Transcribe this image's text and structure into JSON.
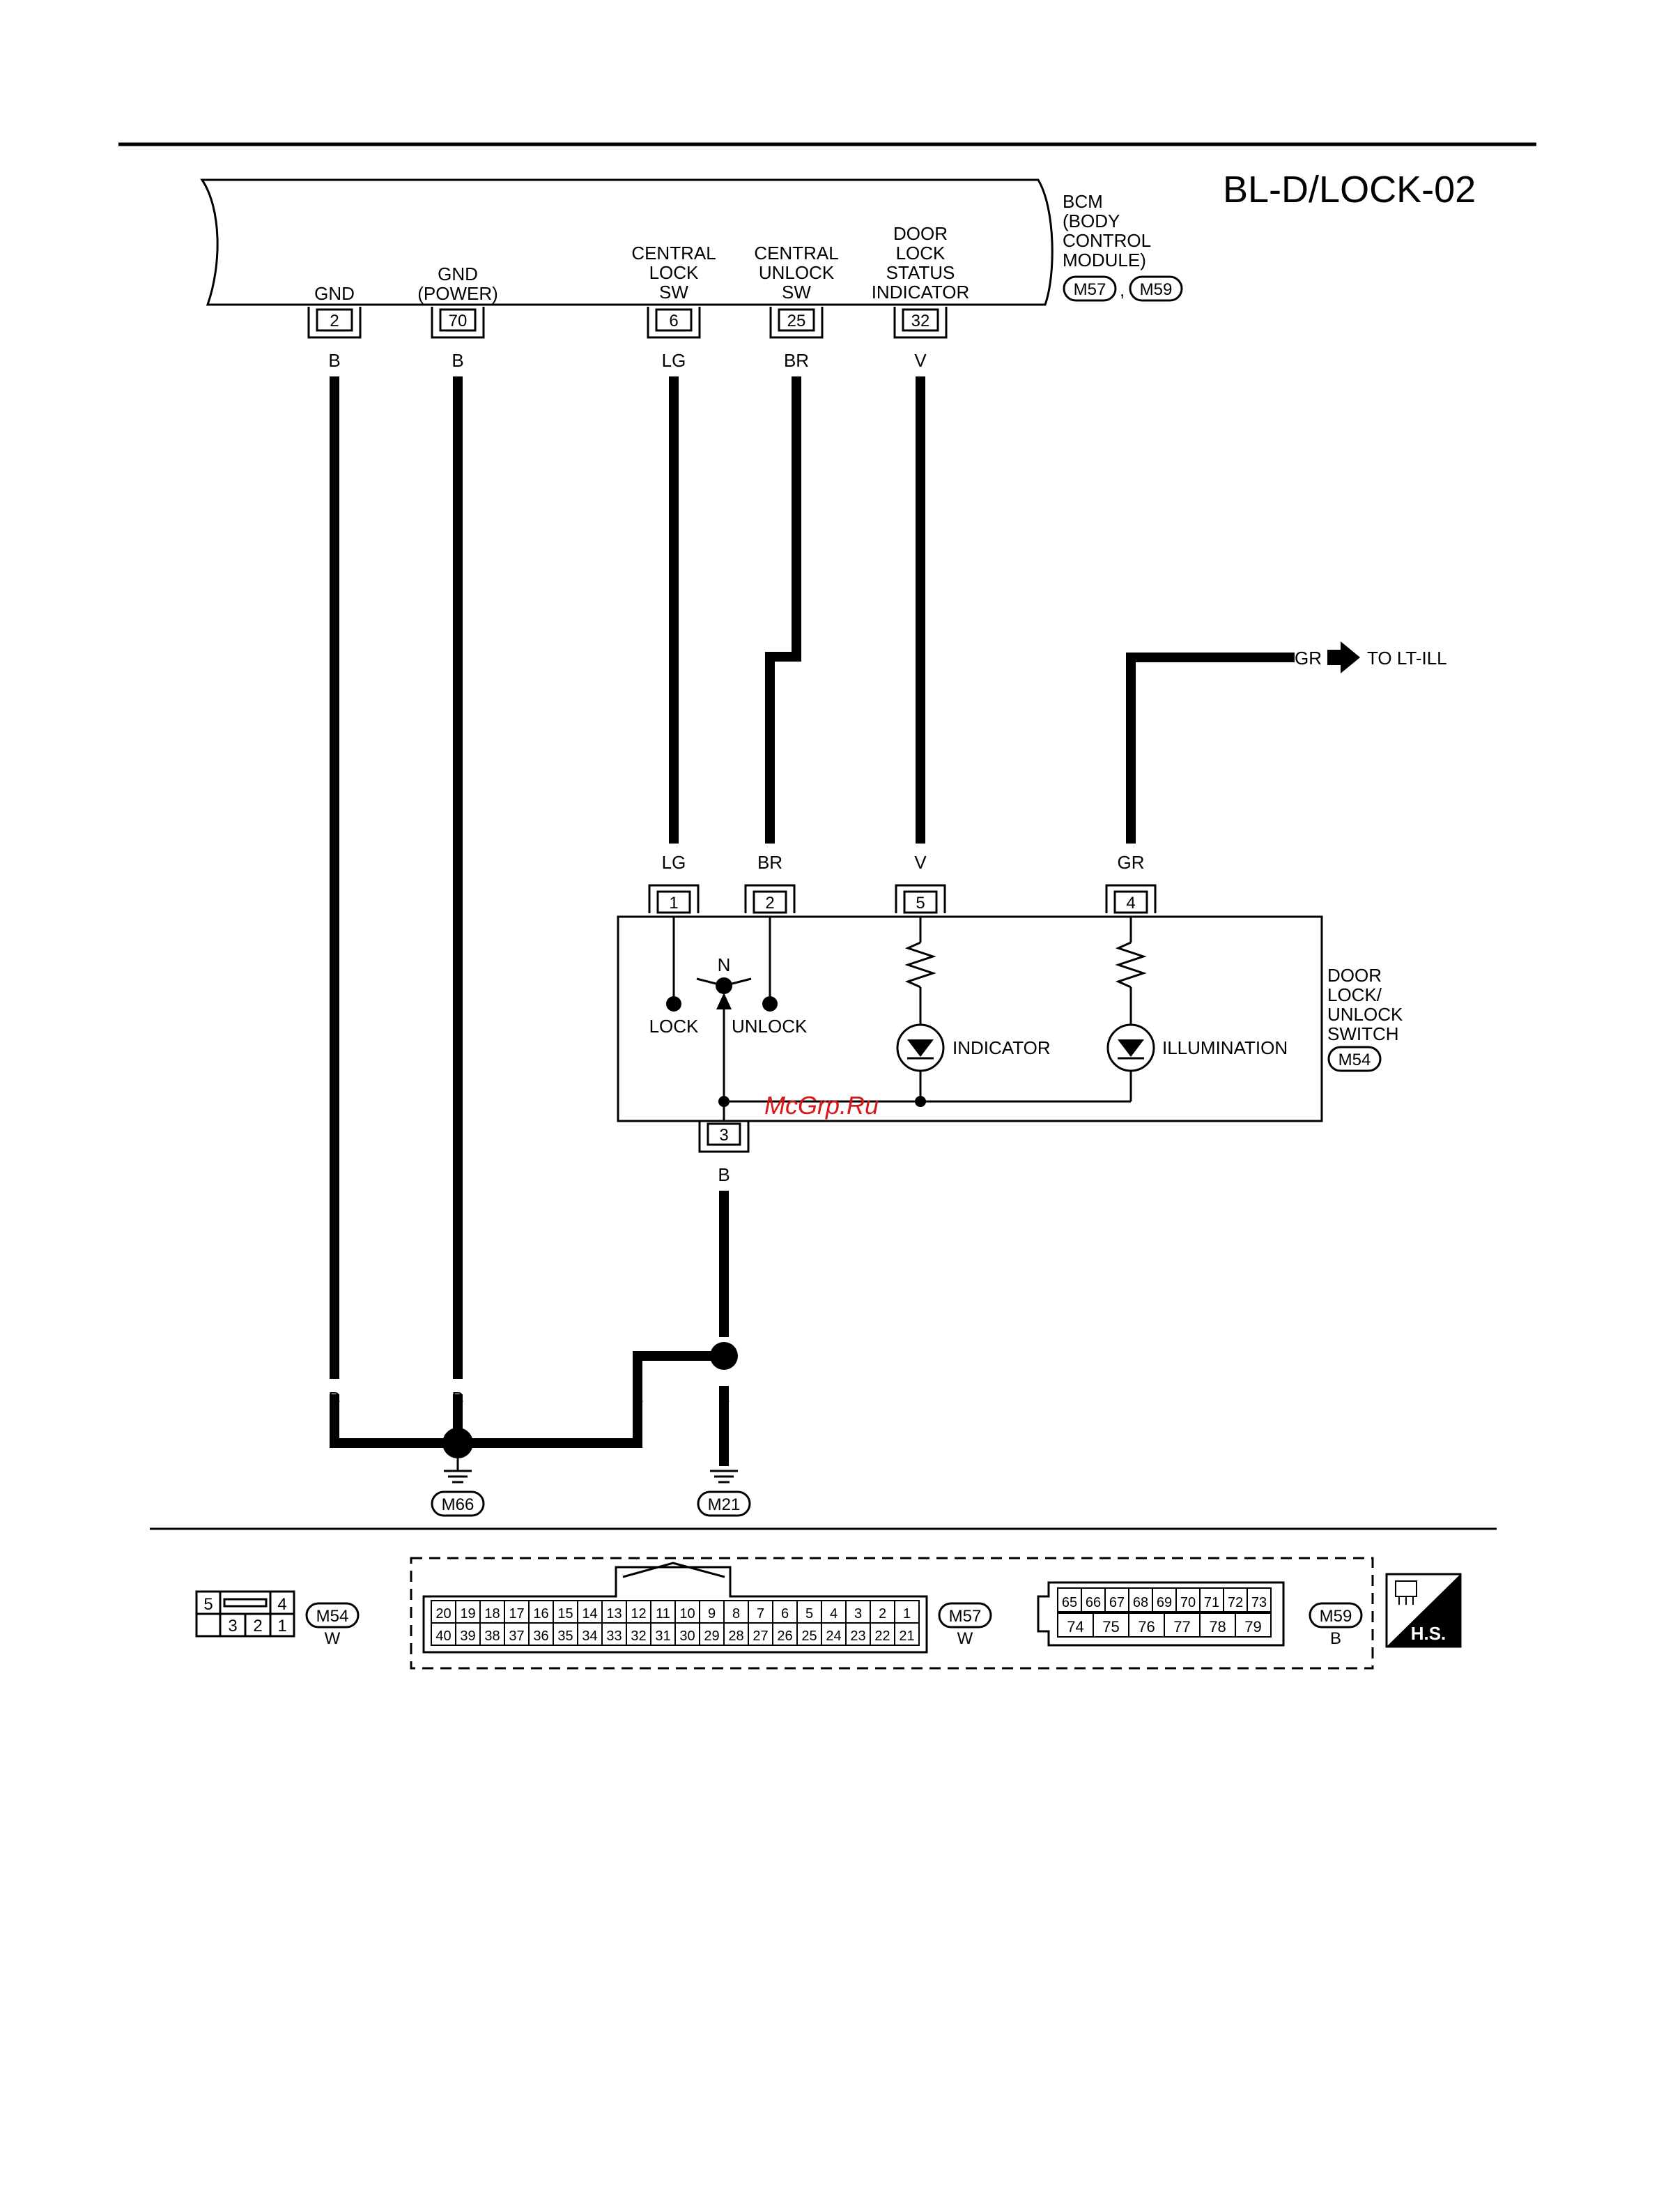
{
  "title": "BL-D/LOCK-02",
  "bcm": {
    "name_lines": [
      "BCM",
      "(BODY",
      "CONTROL",
      "MODULE)"
    ],
    "connectors": [
      "M57",
      "M59"
    ],
    "separator": ",",
    "terminals": [
      {
        "label_lines": [
          "GND"
        ],
        "pin": "2",
        "color": "B"
      },
      {
        "label_lines": [
          "GND",
          "(POWER)"
        ],
        "pin": "70",
        "color": "B"
      },
      {
        "label_lines": [
          "CENTRAL",
          "LOCK",
          "SW"
        ],
        "pin": "6",
        "color": "LG"
      },
      {
        "label_lines": [
          "CENTRAL",
          "UNLOCK",
          "SW"
        ],
        "pin": "25",
        "color": "BR"
      },
      {
        "label_lines": [
          "DOOR",
          "LOCK",
          "STATUS",
          "INDICATOR"
        ],
        "pin": "32",
        "color": "V"
      }
    ]
  },
  "lt_ill": {
    "color": "GR",
    "text": "TO LT-ILL"
  },
  "switch": {
    "name_lines": [
      "DOOR",
      "LOCK/",
      "UNLOCK",
      "SWITCH"
    ],
    "connector": "M54",
    "terminals": [
      {
        "pin": "1",
        "color": "LG"
      },
      {
        "pin": "2",
        "color": "BR"
      },
      {
        "pin": "5",
        "color": "V"
      },
      {
        "pin": "4",
        "color": "GR"
      },
      {
        "pin": "3",
        "color": "B"
      }
    ],
    "lock_label": "LOCK",
    "unlock_label": "UNLOCK",
    "neutral_label": "N",
    "indicator_label": "INDICATOR",
    "illumination_label": "ILLUMINATION"
  },
  "ground": {
    "m66": "M66",
    "m21": "M21",
    "wire_labels": [
      "B",
      "B",
      "B",
      "B"
    ]
  },
  "watermark": "McGrp.Ru",
  "connector_views": {
    "m54": {
      "id": "M54",
      "color": "W",
      "top": [
        "5",
        "4"
      ],
      "bottom": [
        "3",
        "2",
        "1"
      ]
    },
    "m57": {
      "id": "M57",
      "color": "W",
      "top": [
        "20",
        "19",
        "18",
        "17",
        "16",
        "15",
        "14",
        "13",
        "12",
        "11",
        "10",
        "9",
        "8",
        "7",
        "6",
        "5",
        "4",
        "3",
        "2",
        "1"
      ],
      "bottom": [
        "40",
        "39",
        "38",
        "37",
        "36",
        "35",
        "34",
        "33",
        "32",
        "31",
        "30",
        "29",
        "28",
        "27",
        "26",
        "25",
        "24",
        "23",
        "22",
        "21"
      ]
    },
    "m59": {
      "id": "M59",
      "color": "B",
      "top": [
        "65",
        "66",
        "67",
        "68",
        "69",
        "70",
        "71",
        "72",
        "73"
      ],
      "bottom": [
        "74",
        "75",
        "76",
        "77",
        "78",
        "79"
      ]
    }
  },
  "hs_badge": "H.S."
}
